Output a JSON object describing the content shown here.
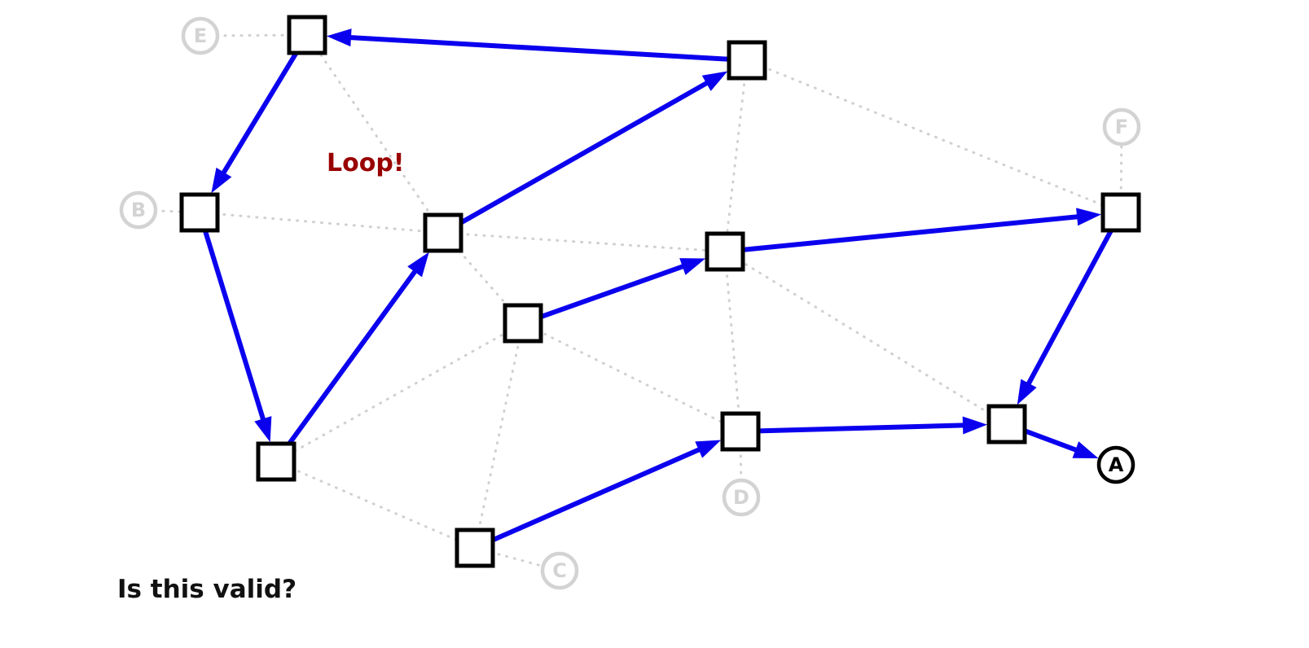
{
  "annotation": "Loop!",
  "question": "Is this valid?",
  "colors": {
    "flow": "#0b00ee",
    "dotted": "#d0d0d0",
    "ghost": "#d3d3d3",
    "node": "#000000",
    "loop": "#990000"
  },
  "nodes": [
    {
      "id": "n1"
    },
    {
      "id": "n2"
    },
    {
      "id": "n3"
    },
    {
      "id": "n4"
    },
    {
      "id": "n5"
    },
    {
      "id": "n6"
    },
    {
      "id": "n7"
    },
    {
      "id": "n8"
    },
    {
      "id": "n9"
    },
    {
      "id": "n10"
    },
    {
      "id": "n11"
    },
    {
      "id": "n12"
    }
  ],
  "terminals": [
    {
      "id": "A",
      "label": "A",
      "active": true
    },
    {
      "id": "B",
      "label": "B",
      "active": false
    },
    {
      "id": "C",
      "label": "C",
      "active": false
    },
    {
      "id": "D",
      "label": "D",
      "active": false
    },
    {
      "id": "E",
      "label": "E",
      "active": false
    },
    {
      "id": "F",
      "label": "F",
      "active": false
    }
  ],
  "flow_edges": [
    {
      "from": "n2",
      "to": "n1"
    },
    {
      "from": "n1",
      "to": "n3"
    },
    {
      "from": "n3",
      "to": "n10"
    },
    {
      "from": "n10",
      "to": "n4"
    },
    {
      "from": "n4",
      "to": "n2"
    },
    {
      "from": "n6",
      "to": "n5"
    },
    {
      "from": "n5",
      "to": "n7"
    },
    {
      "from": "n7",
      "to": "n9"
    },
    {
      "from": "n12",
      "to": "n8"
    },
    {
      "from": "n8",
      "to": "n9"
    },
    {
      "from": "n9",
      "to": "A"
    }
  ],
  "dotted_edges": [
    {
      "from": "E",
      "to": "n1"
    },
    {
      "from": "B",
      "to": "n3"
    },
    {
      "from": "n1",
      "to": "n4"
    },
    {
      "from": "n3",
      "to": "n4"
    },
    {
      "from": "n4",
      "to": "n5"
    },
    {
      "from": "n4",
      "to": "n6"
    },
    {
      "from": "n2",
      "to": "n5"
    },
    {
      "from": "n2",
      "to": "n7"
    },
    {
      "from": "n5",
      "to": "n8"
    },
    {
      "from": "n5",
      "to": "n9"
    },
    {
      "from": "n6",
      "to": "n8"
    },
    {
      "from": "n6",
      "to": "n10"
    },
    {
      "from": "n6",
      "to": "n12"
    },
    {
      "from": "n10",
      "to": "n12"
    },
    {
      "from": "n8",
      "to": "D"
    },
    {
      "from": "n12",
      "to": "C"
    },
    {
      "from": "n7",
      "to": "F"
    }
  ]
}
